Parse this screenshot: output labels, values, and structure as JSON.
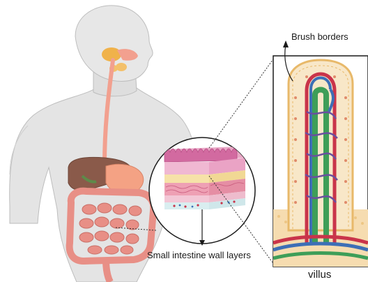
{
  "labels": {
    "brush_borders": "Brush borders",
    "small_intestine_wall_layers": "Small intestine wall layers",
    "villus": "villus"
  },
  "colors": {
    "skin": "#dcdcdc",
    "skin_outline": "#bdbdbd",
    "esophagus": "#f2a08f",
    "liver": "#8a5a4a",
    "stomach": "#f4a284",
    "intestine": "#e88f86",
    "villus_epithelium": "#f8e7c8",
    "villus_border": "#e8b96a",
    "artery": "#c9344a",
    "vein": "#3d6fb6",
    "lacteal": "#3e9e58",
    "salivary": "#f0b24a"
  }
}
